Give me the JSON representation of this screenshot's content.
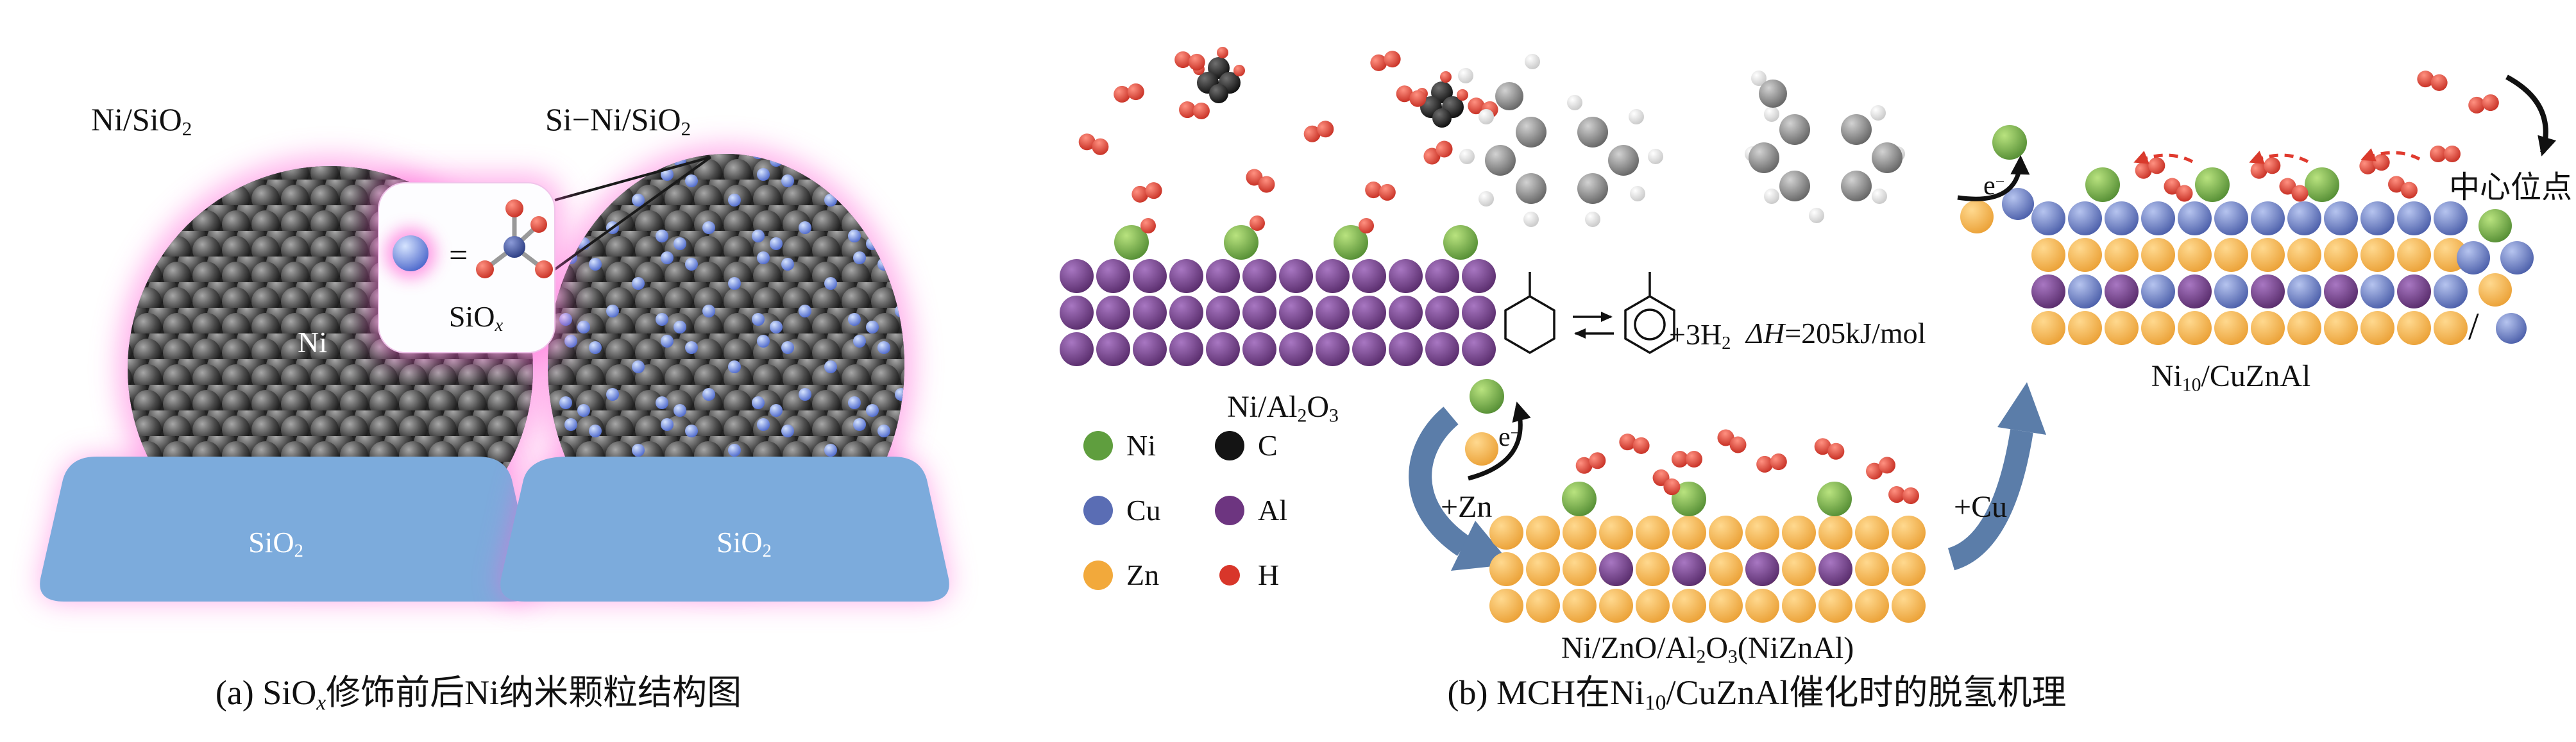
{
  "panel_a": {
    "left_label": {
      "main": "Ni/SiO",
      "sub": "2"
    },
    "right_label": {
      "main": "Si−Ni/SiO",
      "sub": "2"
    },
    "particle_label": "Ni",
    "support_left_label": {
      "main": "SiO",
      "sub": "2"
    },
    "support_right_label": {
      "main": "SiO",
      "sub": "2"
    },
    "inset": {
      "equals": "=",
      "label": {
        "main": "SiO",
        "sub": "x"
      }
    },
    "caption": {
      "pre": "(a) SiO",
      "sub": "x",
      "post": "修饰前后Ni纳米颗粒结构图"
    }
  },
  "panel_b": {
    "slab1_label": {
      "p1": "Ni/Al",
      "s1": "2",
      "p2": "O",
      "s2": "3"
    },
    "slab2_label": {
      "p1": "Ni/ZnO/Al",
      "s1": "2",
      "p2": "O",
      "s2": "3",
      "p3": "(NiZnAl)"
    },
    "slab3_label": {
      "p1": "Ni",
      "s1": "10",
      "p2": "/CuZnAl"
    },
    "legend": {
      "items": [
        {
          "label": "Ni",
          "color": "#5f9e3e"
        },
        {
          "label": "C",
          "color": "#141414"
        },
        {
          "label": "Cu",
          "color": "#5a6db4"
        },
        {
          "label": "Al",
          "color": "#6d3580"
        },
        {
          "label": "Zn",
          "color": "#f2a93b"
        },
        {
          "label": "H",
          "color": "#d8362a"
        }
      ]
    },
    "arrows": {
      "zn": "+Zn",
      "cu": "+Cu"
    },
    "electron": {
      "base": "e",
      "sup": "−"
    },
    "reaction": {
      "h2": {
        "pre": "+3H",
        "sub": "2"
      },
      "enthalpy": {
        "italic": "ΔH",
        "rest": "=205kJ/mol"
      }
    },
    "center_site": "中心位点",
    "slash": "/",
    "caption": {
      "pre": "(b) MCH在Ni",
      "sub": "10",
      "post": "/CuZnAl催化时的脱氢机理"
    }
  }
}
